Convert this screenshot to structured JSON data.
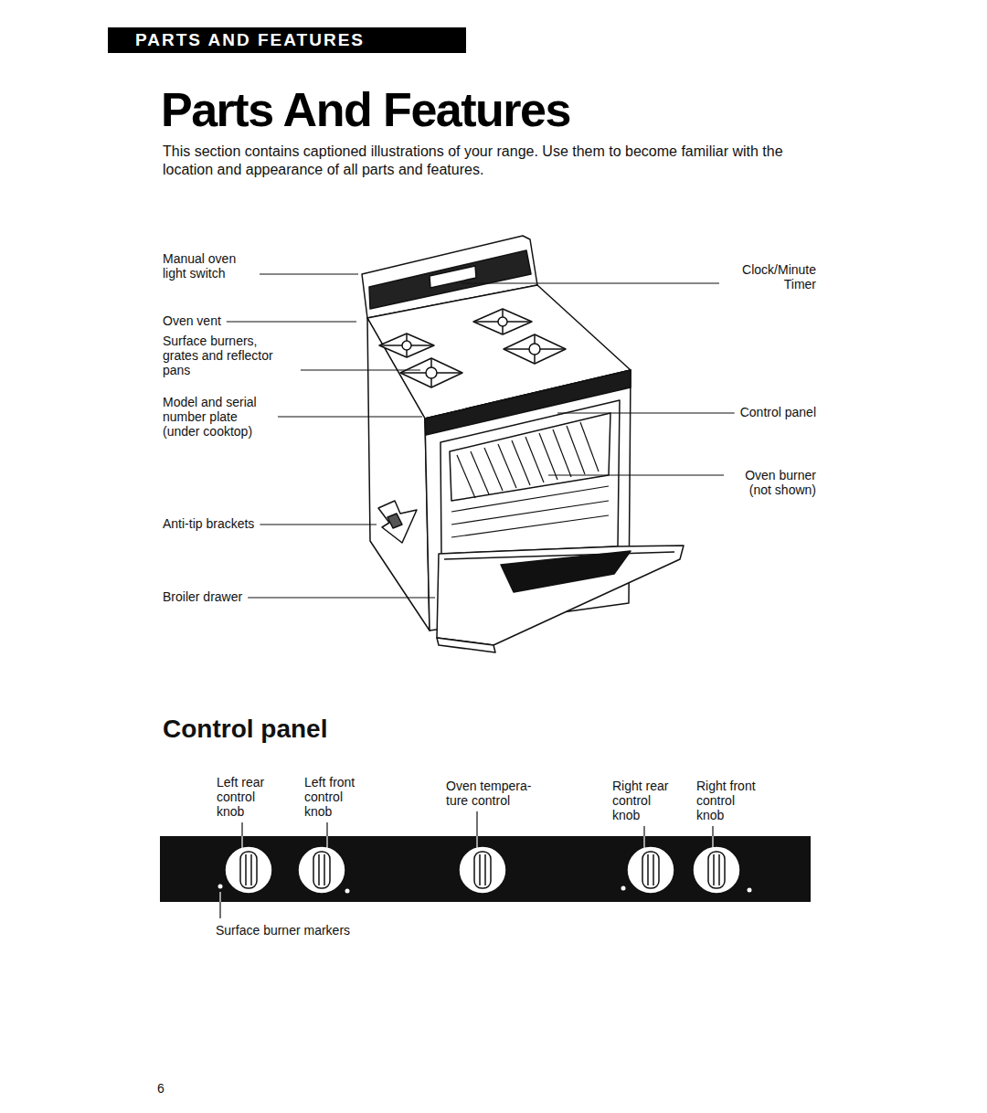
{
  "diagram": {
    "title": "Parts And Features",
    "nodes": [
      {
        "text": [
          "PARTS AND FEATURES"
        ]
      }
    ],
    "labels": [
      "This section contains captioned illustrations of your range. Use them to become familiar with the location and appearance of all parts and features.",
      "Manual oven light switch",
      "Clock/Minute Timer",
      "Oven vent",
      "Surface burners, grates and reflector pans",
      "Model and serial number plate (under cooktop)",
      "Control panel",
      "Oven burner (not shown)",
      "Anti-tip brackets",
      "Broiler drawer",
      "Control panel",
      "Left rear control knob",
      "Left front control knob",
      "Oven tempera- ture control",
      "Right rear control knob",
      "Right front control knob",
      "Surface burner markers",
      "6"
    ]
  }
}
